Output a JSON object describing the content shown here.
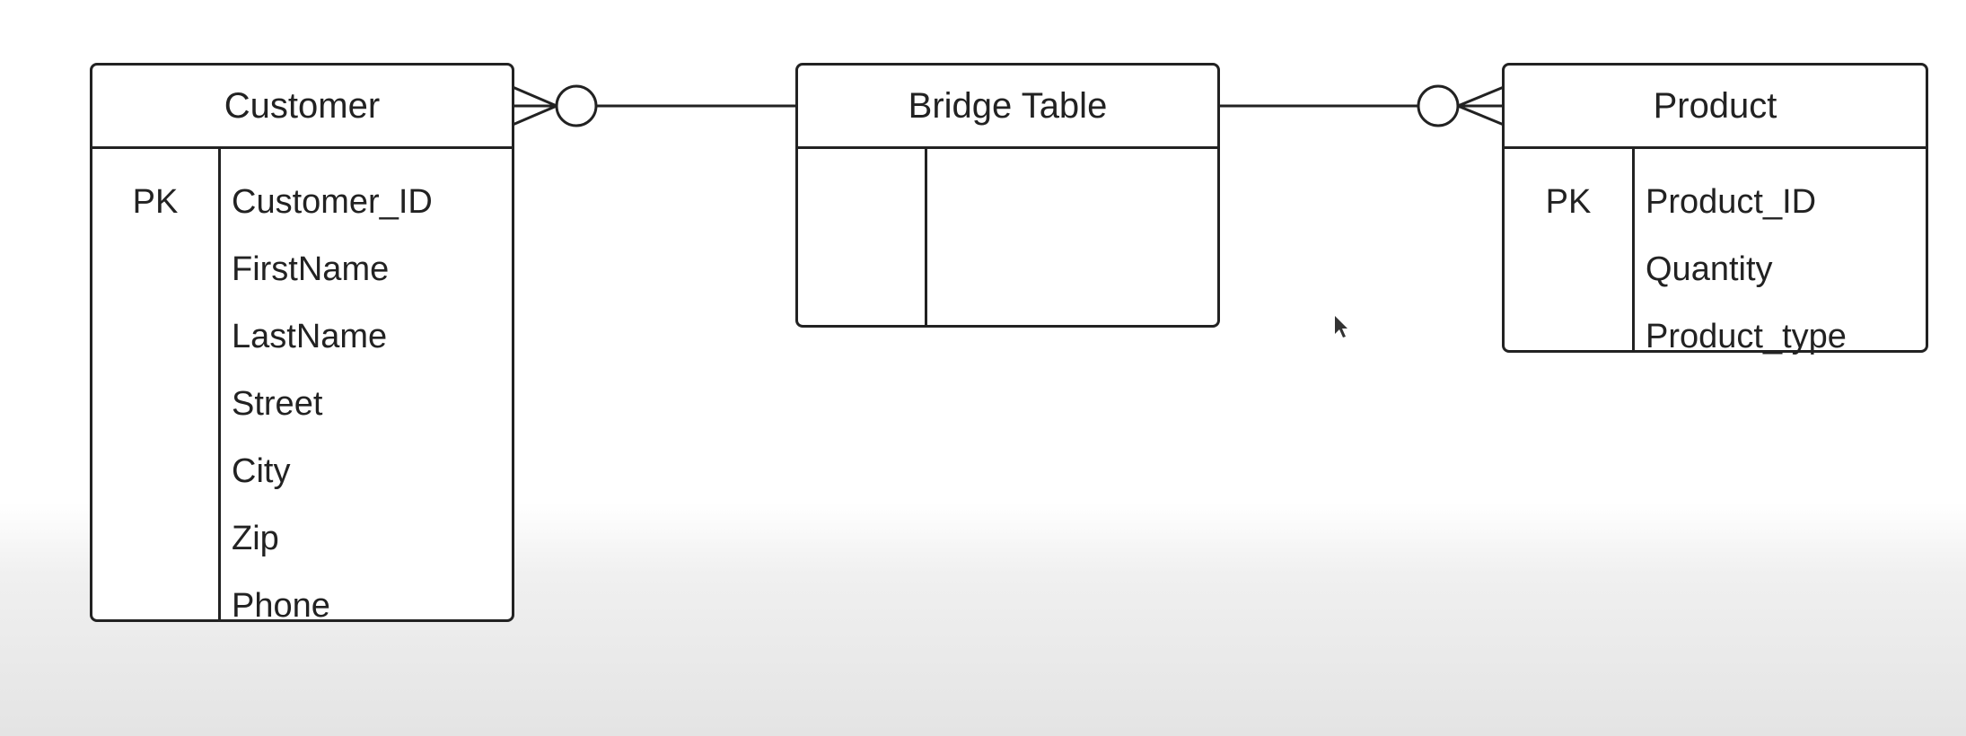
{
  "entities": {
    "customer": {
      "title": "Customer",
      "key": "PK",
      "attributes": [
        "Customer_ID",
        "FirstName",
        "LastName",
        "Street",
        "City",
        "Zip",
        "Phone"
      ]
    },
    "bridge": {
      "title": "Bridge Table"
    },
    "product": {
      "title": "Product",
      "key": "PK",
      "attributes": [
        "Product_ID",
        "Quantity",
        "Product_type"
      ]
    }
  },
  "relationships": [
    {
      "from": "Customer",
      "to": "Bridge Table",
      "from_end": "zero-or-many",
      "to_end": "none"
    },
    {
      "from": "Bridge Table",
      "to": "Product",
      "from_end": "none",
      "to_end": "zero-or-many"
    }
  ],
  "colors": {
    "line": "#222222",
    "background": "#ffffff"
  }
}
